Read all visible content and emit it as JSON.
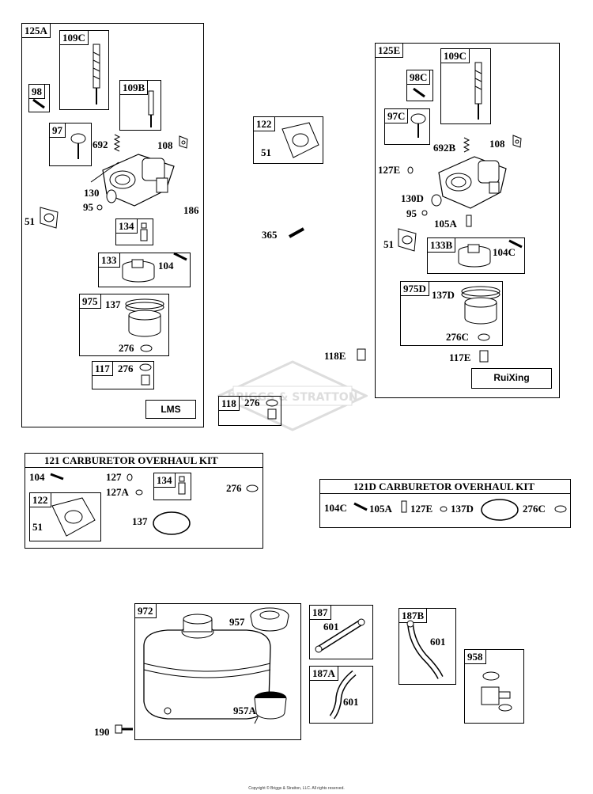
{
  "copyright": "Copyright © Briggs & Stratton, LLC. All rights reserved.",
  "watermark": "BRIGGS & STRATTON",
  "lms": {
    "tag": "125A",
    "name": "LMS",
    "labels": {
      "p109c": "109C",
      "p98": "98",
      "p109b": "109B",
      "p97": "97",
      "p692": "692",
      "p108": "108",
      "p130": "130",
      "p95": "95",
      "p186": "186",
      "p51": "51",
      "p134": "134",
      "p133": "133",
      "p104": "104",
      "p975": "975",
      "p137": "137",
      "p276a": "276",
      "p117": "117",
      "p276b": "276"
    }
  },
  "middle": {
    "p122": "122",
    "p51": "51",
    "p365": "365",
    "p118": "118",
    "p276": "276",
    "p118e": "118E"
  },
  "ruixing": {
    "tag": "125E",
    "name": "RuiXing",
    "labels": {
      "p109c": "109C",
      "p98c": "98C",
      "p97c": "97C",
      "p692b": "692B",
      "p108": "108",
      "p127e": "127E",
      "p130d": "130D",
      "p95": "95",
      "p105a": "105A",
      "p51": "51",
      "p133b": "133B",
      "p104c": "104C",
      "p975d": "975D",
      "p137d": "137D",
      "p276c": "276C",
      "p117e": "117E"
    }
  },
  "kit121": {
    "title": "121 CARBURETOR OVERHAUL KIT",
    "labels": {
      "p104": "104",
      "p127": "127",
      "p127a": "127A",
      "p134": "134",
      "p276": "276",
      "p122": "122",
      "p51": "51",
      "p137": "137"
    }
  },
  "kit121d": {
    "title": "121D CARBURETOR OVERHAUL KIT",
    "labels": {
      "p104c": "104C",
      "p105a": "105A",
      "p127e": "127E",
      "p137d": "137D",
      "p276c": "276C"
    }
  },
  "tank": {
    "p972": "972",
    "p957": "957",
    "p957a": "957A",
    "p190": "190",
    "p187": "187",
    "p601a": "601",
    "p187a": "187A",
    "p601b": "601",
    "p187b": "187B",
    "p601c": "601",
    "p958": "958"
  }
}
